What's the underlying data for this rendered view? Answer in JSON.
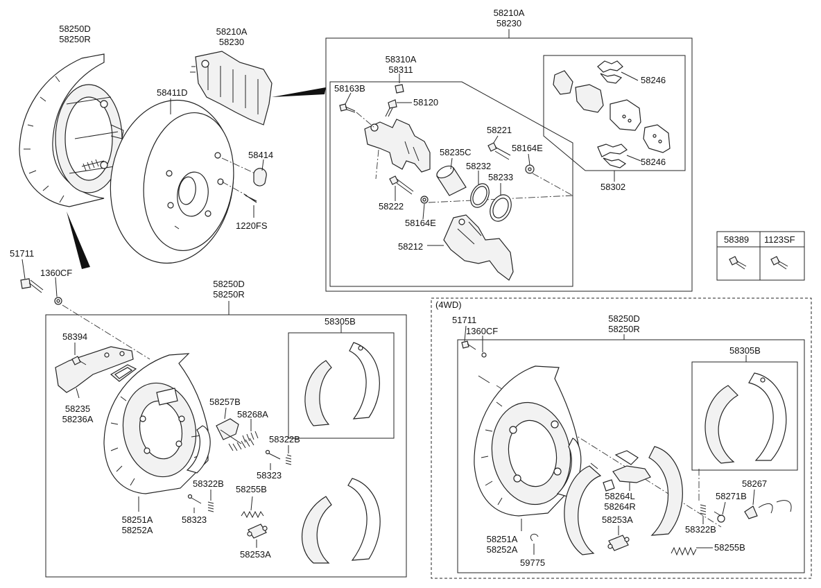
{
  "labels": {
    "top_left_shield": [
      "58250D",
      "58250R"
    ],
    "top_caliper": [
      "58210A",
      "58230"
    ],
    "disc": "58411D",
    "plug": "58414",
    "screw": "1220FS",
    "bolt_51711": "51711",
    "washer_1360": "1360CF",
    "caliper_box_title": [
      "58210A",
      "58230"
    ],
    "bleeder": [
      "58310A",
      "58311"
    ],
    "guide_bolt": "58163B",
    "cap_58120": "58120",
    "pin_58221": "58221",
    "boot_58164e_a": "58164E",
    "piston": "58235C",
    "seal": "58232",
    "boot_58233": "58233",
    "pin_58222": "58222",
    "boot_58164e_b": "58164E",
    "carrier": "58212",
    "pads_top": "58246",
    "pads_bottom": "58246",
    "pad_kit": "58302",
    "mid_shield": [
      "58250D",
      "58250R"
    ],
    "bracket_bolt": "58394",
    "bracket": [
      "58235",
      "58236A"
    ],
    "mid_shoe_kit": "58305B",
    "adjuster": "58257B",
    "spring_58268a": "58268A",
    "pin_322b_a": "58322B",
    "pin_323_a": "58323",
    "pin_322b_b": "58322B",
    "pin_323_b": "58323",
    "spring_255b": "58255B",
    "backing": [
      "58251A",
      "58252A"
    ],
    "wheel_cyl": "58253A",
    "fwd_title": "(4WD)",
    "fwd_bolt": "51711",
    "fwd_washer": "1360CF",
    "fwd_shield": [
      "58250D",
      "58250R"
    ],
    "fwd_shoe_kit": "58305B",
    "fwd_lever": [
      "58264L",
      "58264R"
    ],
    "fwd_spring_267": "58267",
    "fwd_271b": "58271B",
    "fwd_322b": "58322B",
    "fwd_255b": "58255B",
    "fwd_wheel_cyl": "58253A",
    "fwd_backing": [
      "58251A",
      "58252A"
    ],
    "fwd_clip": "59775"
  },
  "legend": {
    "codes": [
      "58389",
      "1123SF"
    ]
  }
}
